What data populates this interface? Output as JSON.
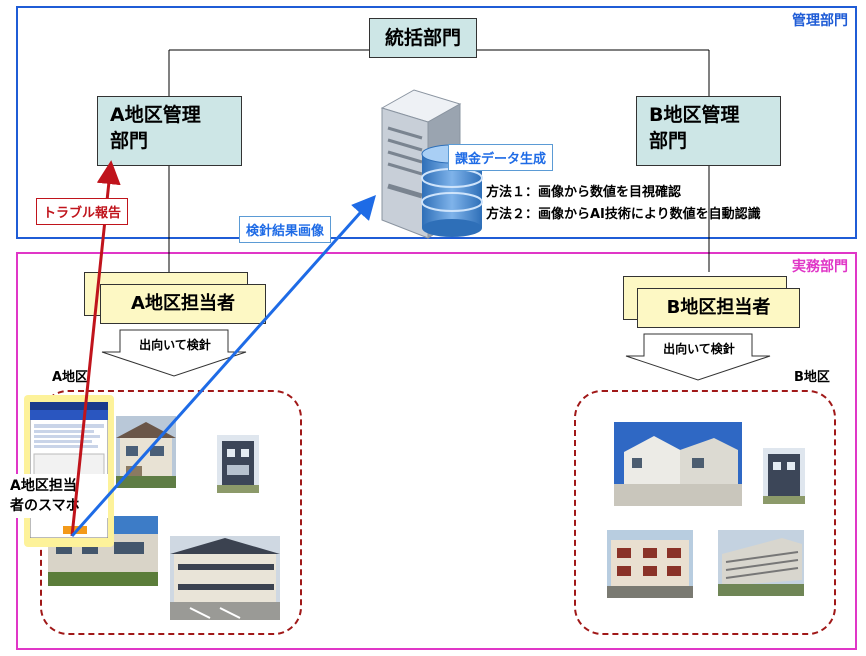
{
  "management": {
    "label": "管理部門",
    "color": "#1f5cd6"
  },
  "operations": {
    "label": "実務部門",
    "color": "#e036c7"
  },
  "headquarters": {
    "label": "統括部門"
  },
  "dept_a": {
    "line1": "A地区管理",
    "line2": "部門"
  },
  "dept_b": {
    "line1": "B地区管理",
    "line2": "部門"
  },
  "server": {
    "data_label": "課金データ生成",
    "method1": "方法１：画像から数値を目視確認",
    "method2": "方法２：画像からAI技術により数値を自動認識"
  },
  "person_a": {
    "label": "A地区担当者"
  },
  "person_b": {
    "label": "B地区担当者"
  },
  "go_meter_a": "出向いて検針",
  "go_meter_b": "出向いて検針",
  "area_a": "A地区",
  "area_b": "B地区",
  "trouble_report": {
    "label": "トラブル報告",
    "color": "#c0141c"
  },
  "meter_image": {
    "label": "検針結果画像",
    "color": "#1e6be6"
  },
  "smartphone": {
    "caption_line1": "A地区担当",
    "caption_line2": "者のスマホ"
  }
}
